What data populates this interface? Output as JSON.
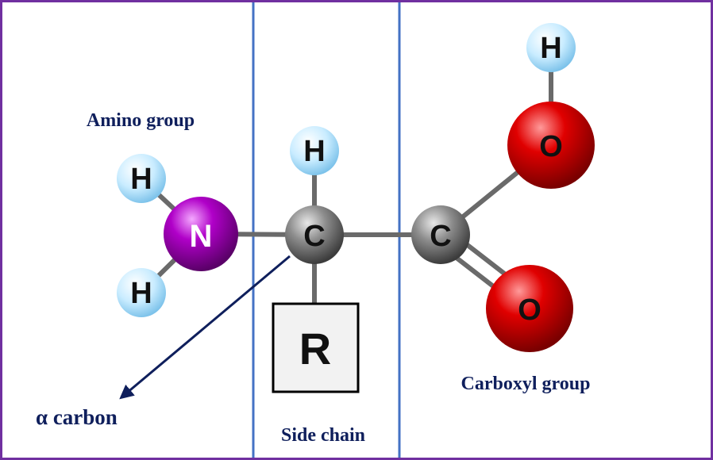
{
  "labels": {
    "amino": "Amino group",
    "side_chain": "Side chain",
    "carboxyl": "Carboxyl group",
    "alpha_carbon": "α carbon"
  },
  "atoms": {
    "n": "N",
    "h_amino_top": "H",
    "h_amino_bottom": "H",
    "c_alpha": "C",
    "h_alpha": "H",
    "r_group": "R",
    "c_carboxyl": "C",
    "o_hydroxyl": "O",
    "h_hydroxyl": "H",
    "o_double": "O"
  },
  "colors": {
    "border": "#7030a0",
    "divider": "#4472c4",
    "label_text": "#0f1f5c",
    "hydrogen": "#bfe6ff",
    "nitrogen": "#a000b0",
    "carbon": "#8a8a8a",
    "oxygen": "#e00000",
    "bond": "#6a6a6a",
    "arrow": "#0f1f5c"
  }
}
